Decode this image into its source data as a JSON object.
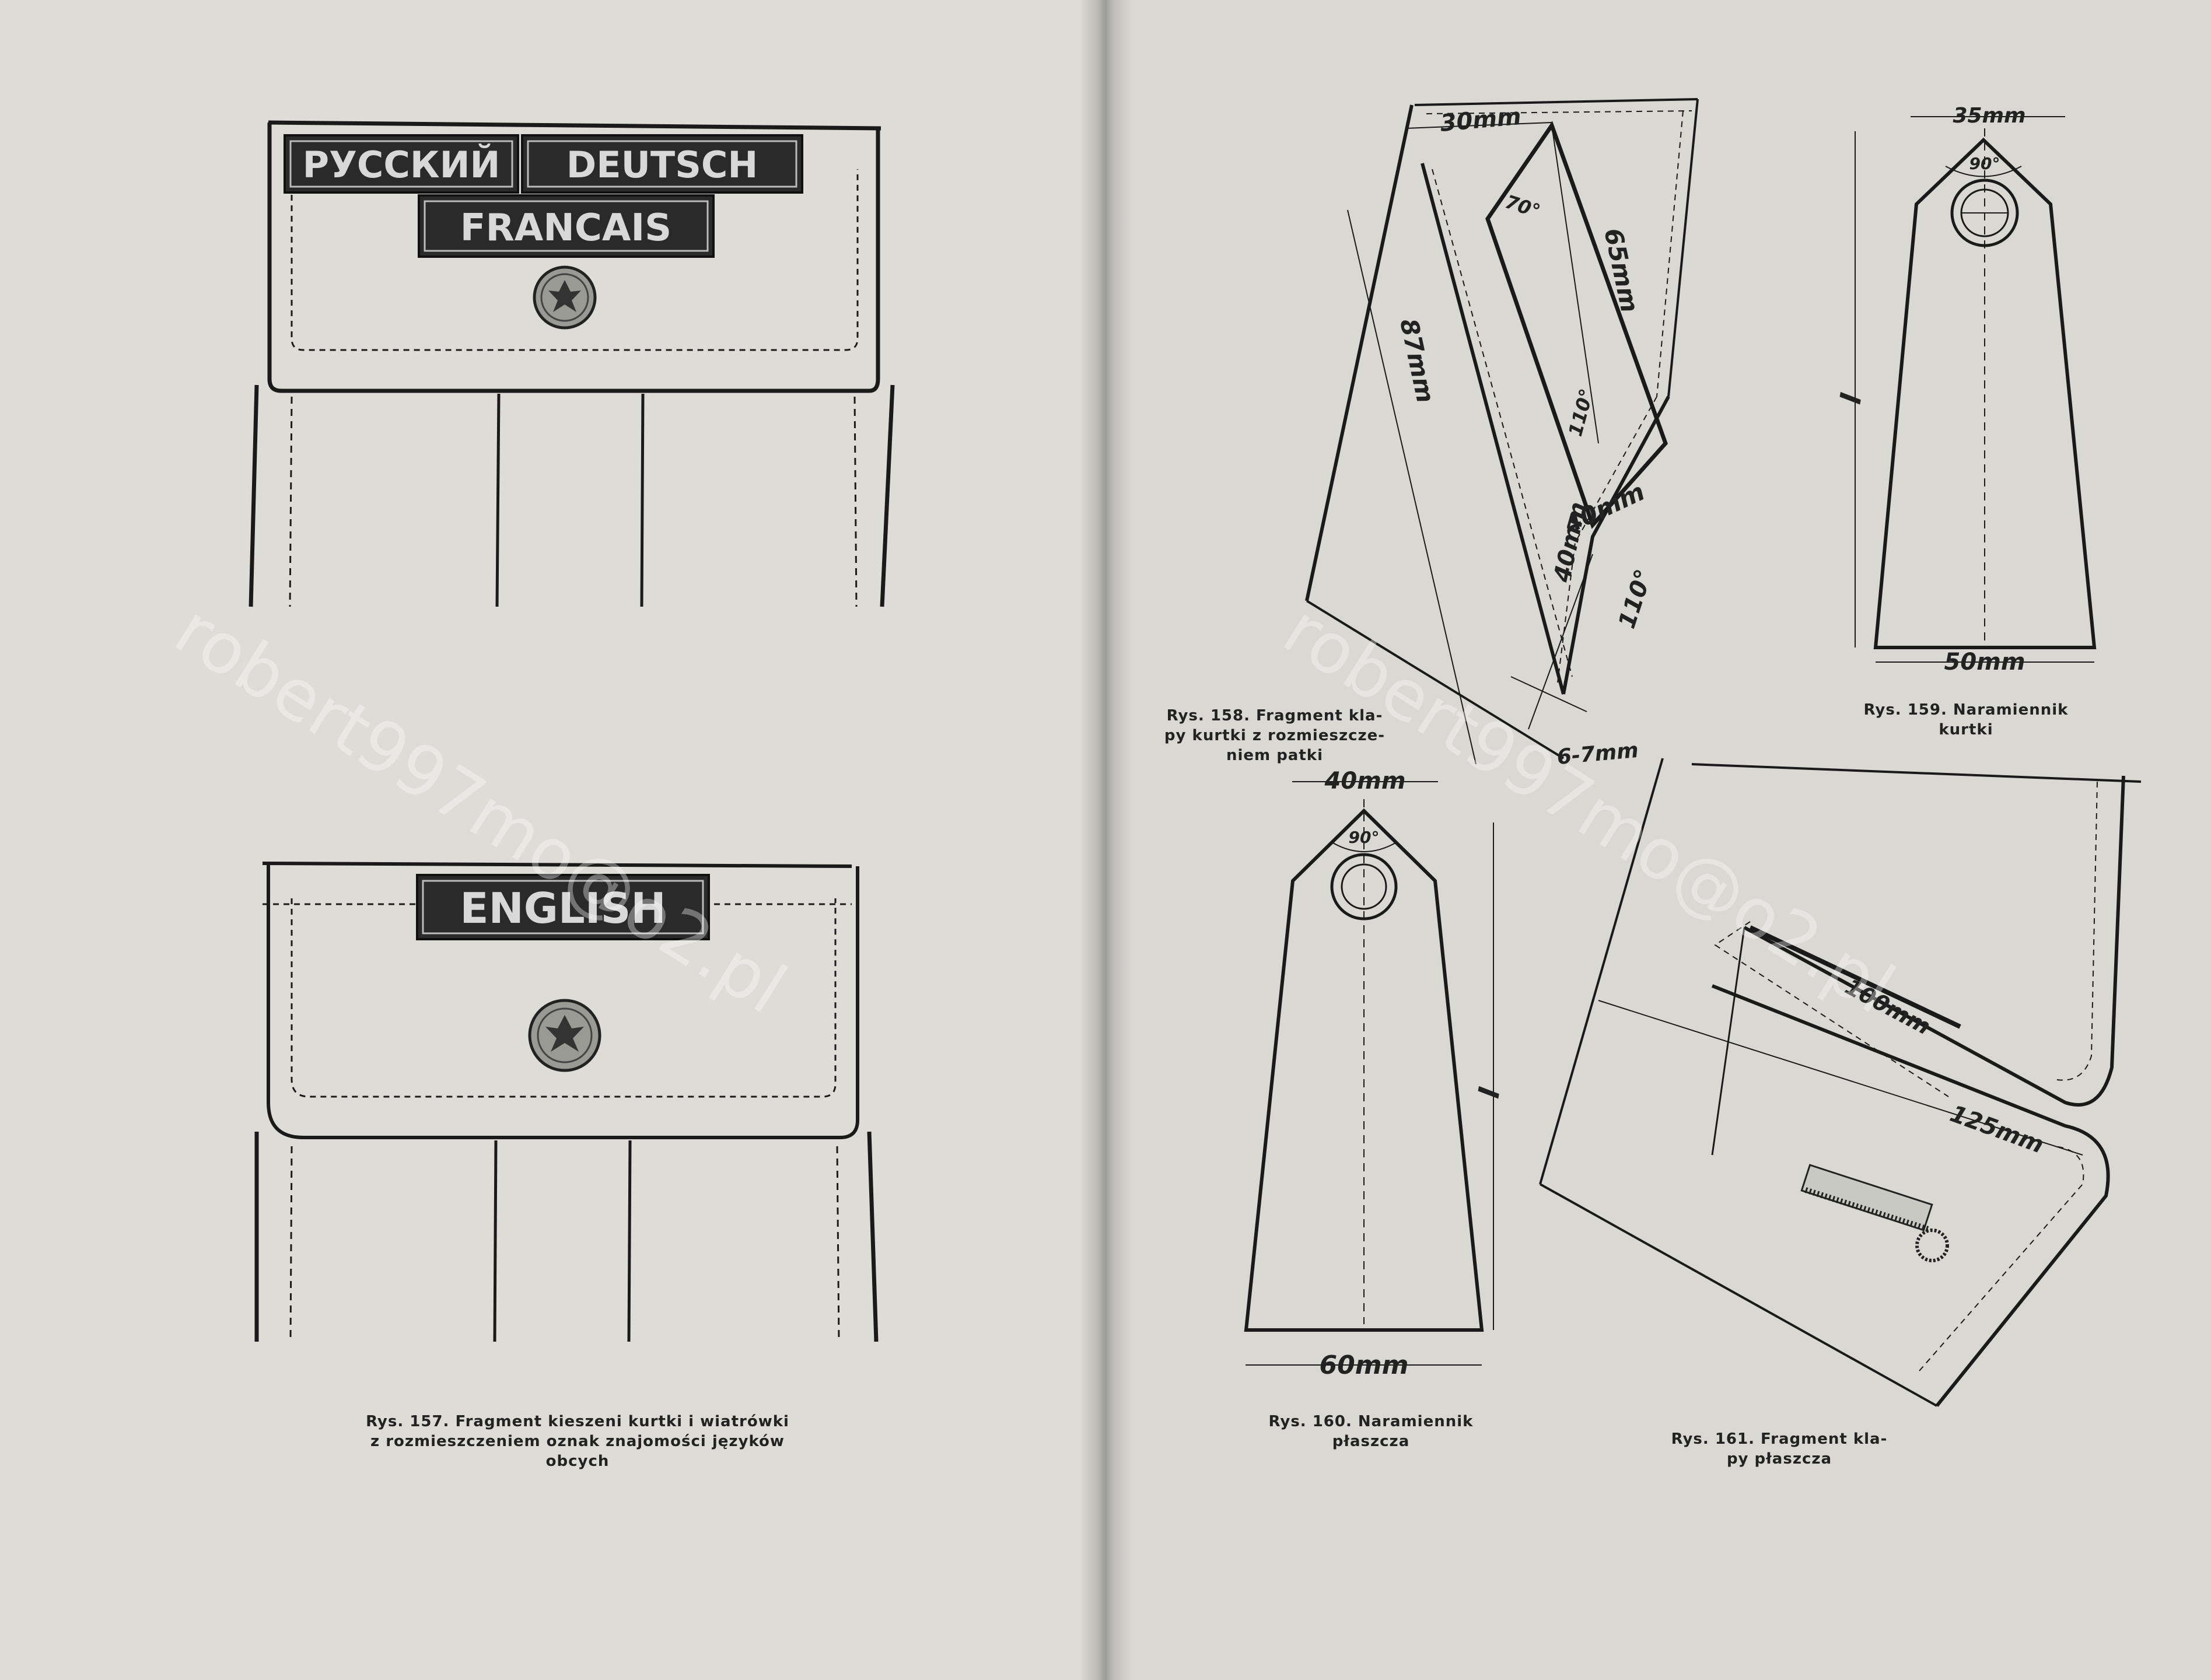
{
  "figure_157": {
    "badges": {
      "russian": "РУССКИЙ",
      "german": "DEUTSCH",
      "french": "FRANCAIS",
      "english": "ENGLISH"
    },
    "caption": [
      "Rys. 157. Fragment kieszeni kurtki i wiatrówki",
      "z rozmieszczeniem oznak znajomości języków",
      "obcych"
    ]
  },
  "figure_158": {
    "dims": {
      "top": "30mm",
      "angle_top": "70°",
      "right": "65mm",
      "left": "87mm",
      "angle_inner": "110°",
      "bottom": "40mm",
      "lower": "40mm",
      "angle_outer": "110°",
      "seam": "6-7mm"
    },
    "caption": [
      "Rys. 158. Fragment kla-",
      "py kurtki z rozmieszcze-",
      "niem patki"
    ]
  },
  "figure_159": {
    "dims": {
      "top": "35mm",
      "angle": "90°",
      "length": "l",
      "bottom": "50mm"
    },
    "caption": [
      "Rys. 159. Naramiennik",
      "kurtki"
    ]
  },
  "figure_160": {
    "dims": {
      "top": "40mm",
      "angle": "90°",
      "length": "l",
      "bottom": "60mm"
    },
    "caption": [
      "Rys. 160. Naramiennik",
      "płaszcza"
    ]
  },
  "figure_161": {
    "dims": {
      "inner": "100mm",
      "outer": "125mm"
    },
    "caption": [
      "Rys. 161. Fragment kla-",
      "py płaszcza"
    ]
  },
  "watermark": "robert997mo@o2.pl"
}
